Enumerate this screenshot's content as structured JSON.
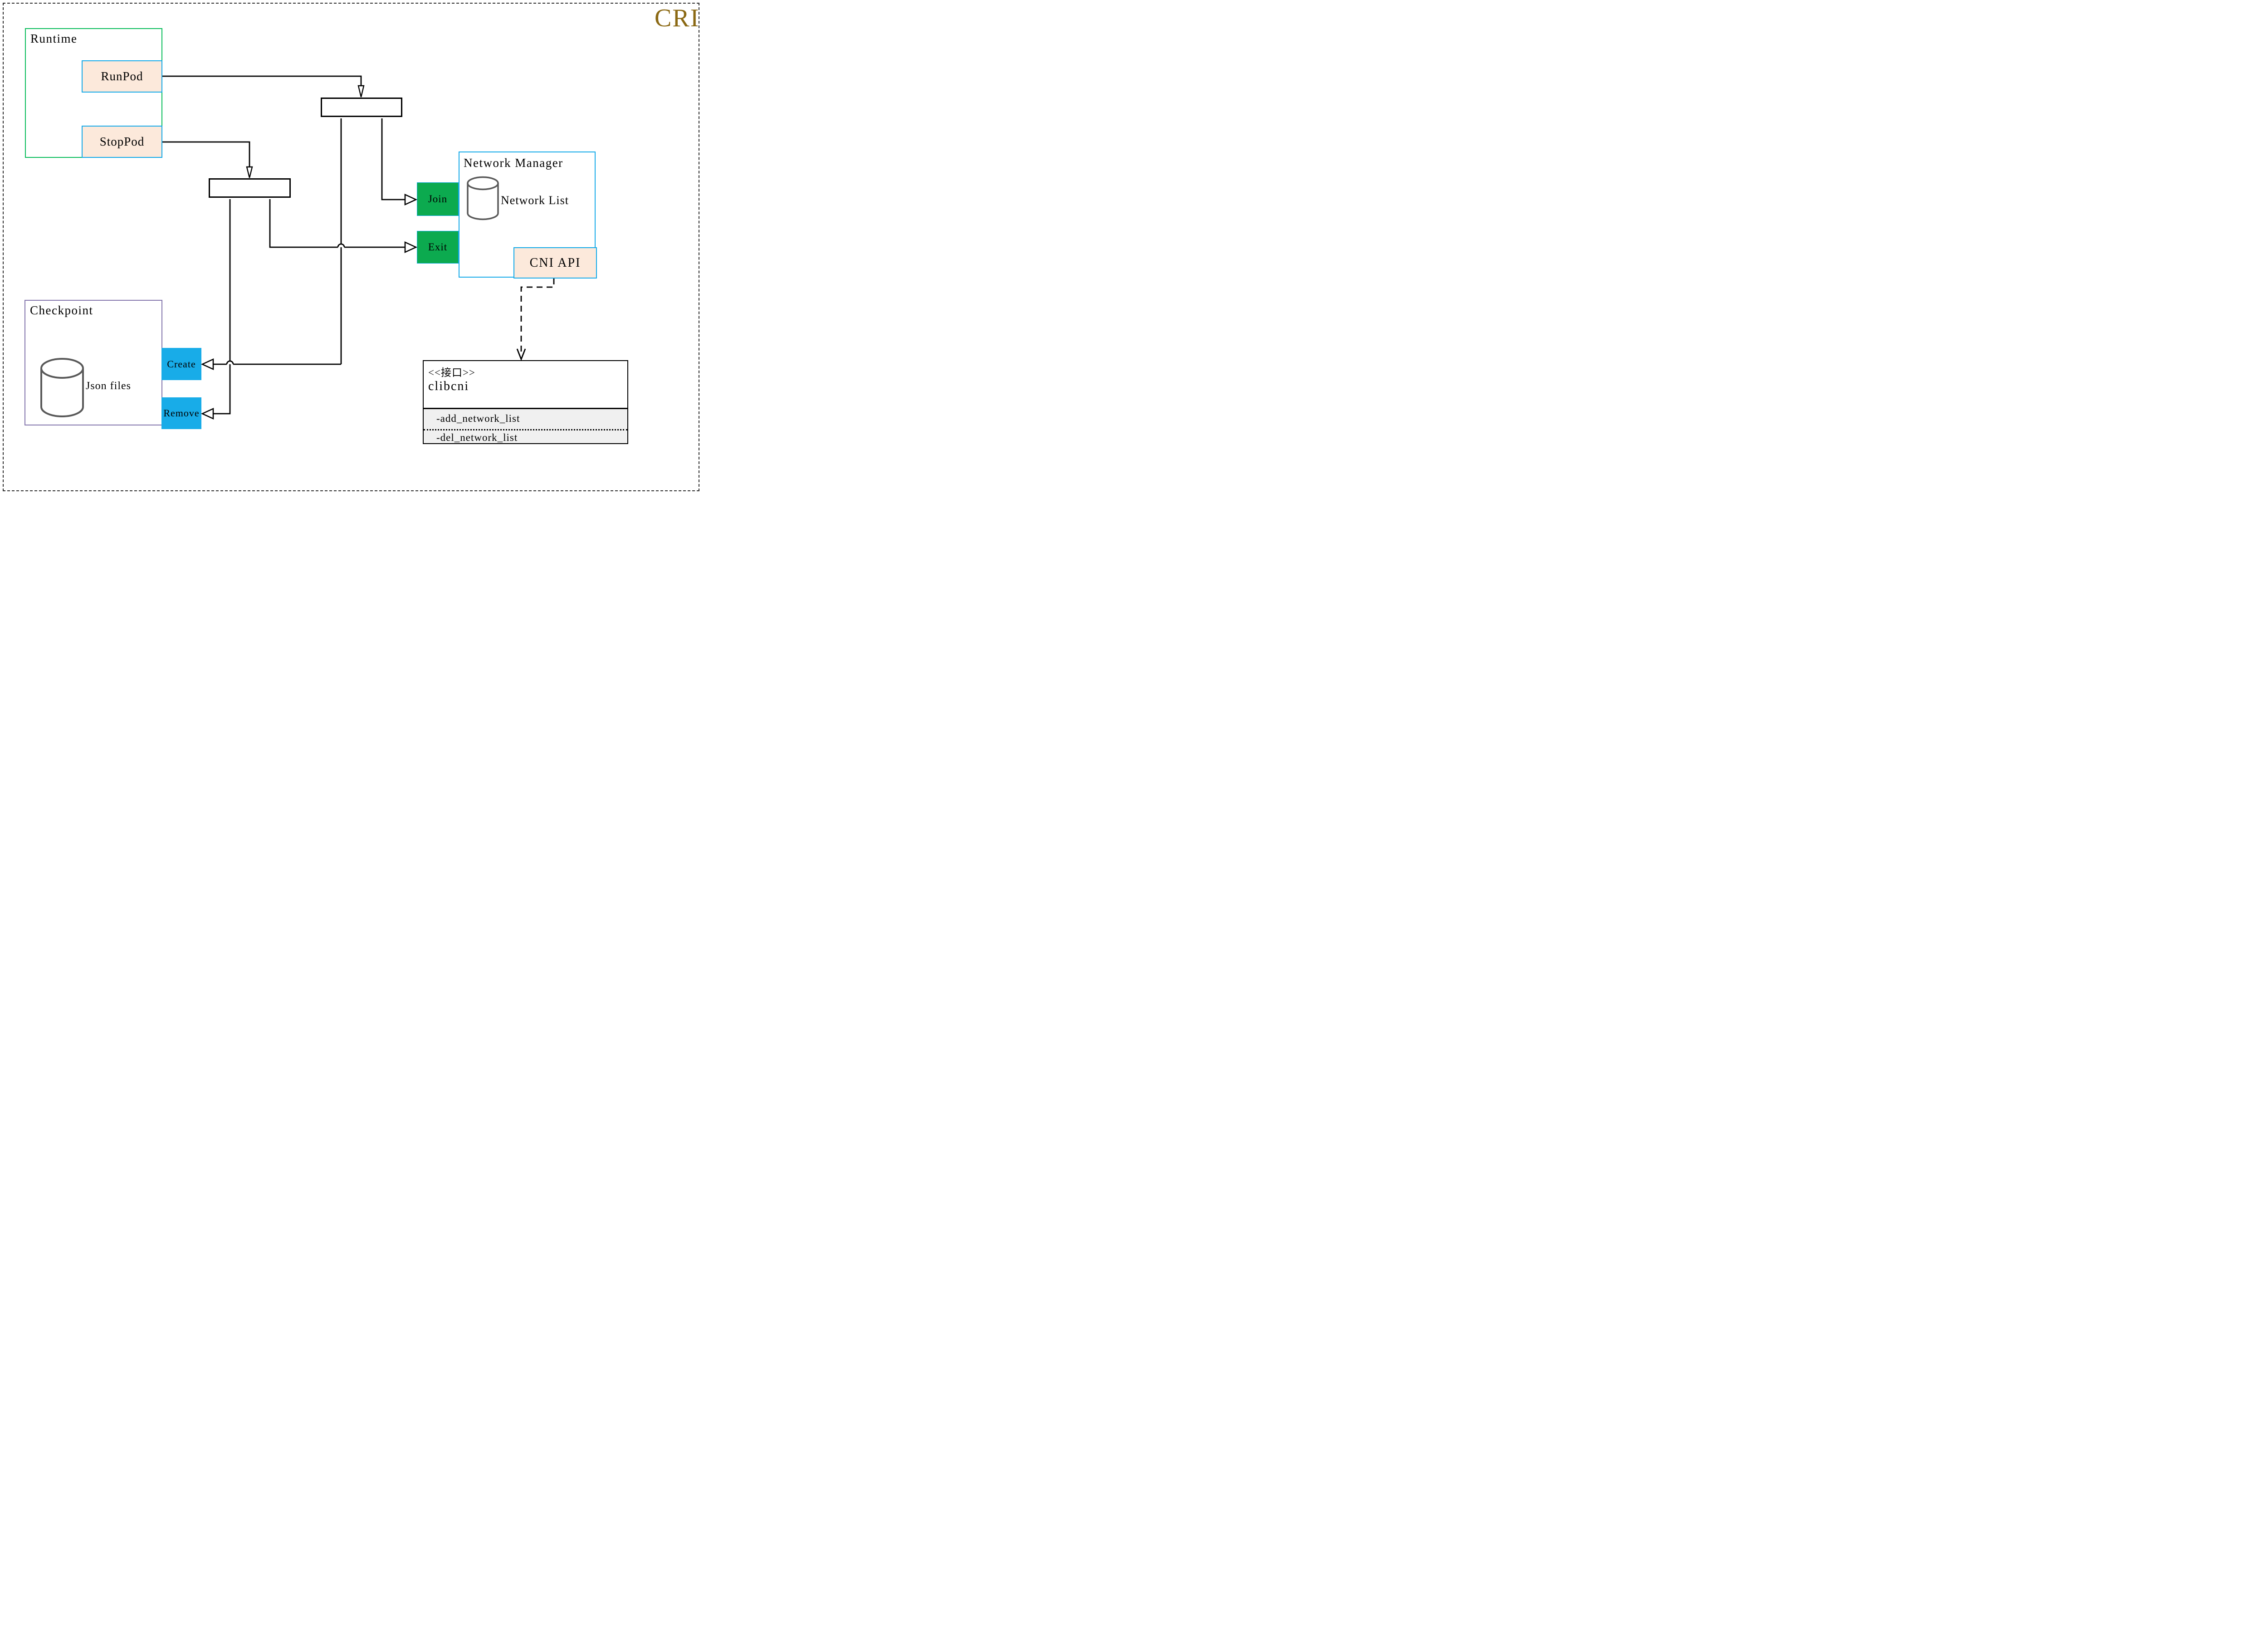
{
  "title": {
    "label": "CRI"
  },
  "colors": {
    "gold": "#8b6914",
    "green_border": "#0cbd5c",
    "blue_border": "#15aae9",
    "peach": "#fce9db",
    "green_fill": "#0caa4f",
    "cyan_fill": "#18ace8",
    "purple": "#8577ad",
    "gray": "#595959",
    "panel_gray": "#f0f0f0",
    "line": "#000000"
  },
  "runtime": {
    "label": "Runtime",
    "runpod": "RunPod",
    "stoppod": "StopPod"
  },
  "network_manager": {
    "label": "Network Manager",
    "network_list": "Network List",
    "join": "Join",
    "exit": "Exit",
    "cni_api": "CNI API"
  },
  "checkpoint": {
    "label": "Checkpoint",
    "json_files": "Json files",
    "create": "Create",
    "remove": "Remove"
  },
  "clibcni": {
    "stereotype": "<<接口>>",
    "name": "clibcni",
    "members": [
      "-add_network_list",
      "-del_network_list"
    ]
  }
}
